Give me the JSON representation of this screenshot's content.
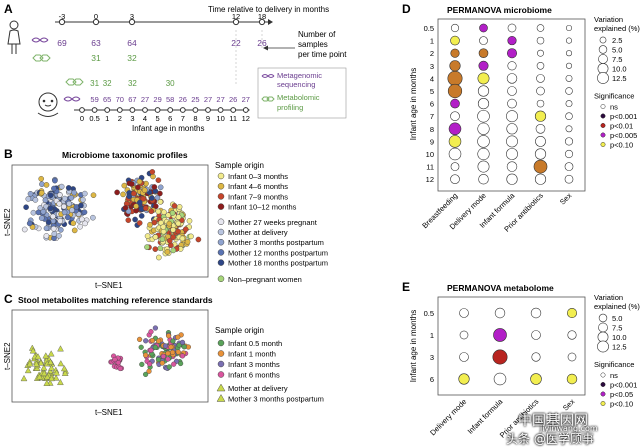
{
  "panelA": {
    "label": "A",
    "top_axis_title": "Time relative to delivery in months",
    "top_ticks": [
      "-3",
      "0",
      "3",
      "12",
      "18"
    ],
    "mother_metagenomic": [
      "69",
      "63",
      "64",
      "22",
      "26"
    ],
    "mother_metabolomic": [
      "31",
      "32"
    ],
    "infant_metabolomic": [
      "31",
      "32",
      "32",
      "30"
    ],
    "infant_metagenomic": [
      "59",
      "65",
      "70",
      "67",
      "27",
      "29",
      "58",
      "26",
      "25",
      "27",
      "27",
      "26",
      "27"
    ],
    "infant_ticks": [
      "0",
      "0.5",
      "1",
      "2",
      "3",
      "4",
      "5",
      "6",
      "7",
      "8",
      "9",
      "10",
      "11",
      "12"
    ],
    "infant_axis_title": "Infant age in months",
    "samples_note": [
      "Number of",
      "samples",
      "per time point"
    ],
    "legend_metagenomic": [
      "Metagenomic",
      "sequencing"
    ],
    "legend_metabolomic": [
      "Metabolomic",
      "profiling"
    ]
  },
  "panelB": {
    "label": "B",
    "title": "Microbiome taxonomic profiles",
    "xlabel": "t–SNE1",
    "ylabel": "t–SNE2",
    "legend_title": "Sample origin",
    "legend": [
      {
        "label": "Infant 0–3 months",
        "color": "#f2eb8c"
      },
      {
        "label": "Infant 4–6 months",
        "color": "#ddb744"
      },
      {
        "label": "Infant 7–9 months",
        "color": "#c5452b"
      },
      {
        "label": "Infant 10–12 months",
        "color": "#8d1d1d"
      },
      {
        "label": "Mother 27 weeks pregnant",
        "color": "#e6e6ef"
      },
      {
        "label": "Mother at delivery",
        "color": "#b8c4df"
      },
      {
        "label": "Mother 3 months postpartum",
        "color": "#8fa3cf"
      },
      {
        "label": "Mother 12 months postpartum",
        "color": "#5a73b2"
      },
      {
        "label": "Mother 18 months postpartum",
        "color": "#2e4686"
      },
      {
        "label": "Non–pregnant women",
        "color": "#a7d67a"
      }
    ]
  },
  "panelC": {
    "label": "C",
    "title": "Stool metabolites matching reference standards",
    "xlabel": "t–SNE1",
    "ylabel": "t–SNE2",
    "legend_title": "Sample origin",
    "legend": [
      {
        "label": "Infant 0.5 month",
        "color": "#5aa35a",
        "shape": "circle"
      },
      {
        "label": "Infant 1 month",
        "color": "#e8923a",
        "shape": "circle"
      },
      {
        "label": "Infant 3 months",
        "color": "#7a6fb2",
        "shape": "circle"
      },
      {
        "label": "Infant 6 months",
        "color": "#d9559e",
        "shape": "circle"
      },
      {
        "label": "Mother at delivery",
        "color": "#c9d94a",
        "shape": "triangle"
      },
      {
        "label": "Mother 3 months postpartum",
        "color": "#c9d94a",
        "shape": "triangle"
      }
    ]
  },
  "panelD": {
    "label": "D",
    "title": "PERMANOVA microbiome",
    "ylabel": "Infant age in months",
    "rows": [
      "0.5",
      "1",
      "2",
      "3",
      "4",
      "5",
      "6",
      "7",
      "8",
      "9",
      "10",
      "11",
      "12"
    ],
    "columns": [
      "Breastfeeding",
      "Delivery mode",
      "Infant formula",
      "Prior antibiotics",
      "Sex"
    ],
    "size_legend_title": [
      "Variation",
      "explained (%)"
    ],
    "size_legend": [
      "2.5",
      "5.0",
      "7.5",
      "10.0",
      "12.5"
    ],
    "sig_legend_title": "Significance",
    "sig_legend": [
      {
        "label": "ns",
        "color": "#ffffff"
      },
      {
        "label": "p<0.001",
        "color": "#2b0a3d"
      },
      {
        "label": "p<0.01",
        "color": "#b8241f"
      },
      {
        "label": "p<0.005",
        "color": "#b21fc7"
      },
      {
        "label": "p<0.10",
        "color": "#f2ee50"
      }
    ]
  },
  "panelE": {
    "label": "E",
    "title": "PERMANOVA metabolome",
    "ylabel": "Infant age in months",
    "rows": [
      "0.5",
      "1",
      "3",
      "6"
    ],
    "columns": [
      "Delivery mode",
      "Infant formula",
      "Prior antibiotics",
      "Sex"
    ],
    "size_legend_title": [
      "Variation",
      "explained (%)"
    ],
    "size_legend": [
      "5.0",
      "7.5",
      "10.0",
      "12.5"
    ],
    "sig_legend_title": "Significance",
    "sig_legend": [
      {
        "label": "ns",
        "color": "#ffffff"
      },
      {
        "label": "p<0.001",
        "color": "#2b0a3d"
      },
      {
        "label": "p<0.05",
        "color": "#b21fc7"
      },
      {
        "label": "p<0.10",
        "color": "#f2ee50"
      }
    ]
  },
  "chart_data": [
    {
      "type": "scatter",
      "title": "PERMANOVA microbiome",
      "ylabel": "Infant age in months",
      "rows": [
        "0.5",
        "1",
        "2",
        "3",
        "4",
        "5",
        "6",
        "7",
        "8",
        "9",
        "10",
        "11",
        "12"
      ],
      "columns": [
        "Breastfeeding",
        "Delivery mode",
        "Infant formula",
        "Prior antibiotics",
        "Sex"
      ],
      "variation_explained_percent": [
        [
          2.5,
          3,
          3,
          2,
          1
        ],
        [
          4,
          3,
          3.5,
          2,
          1
        ],
        [
          3.5,
          4,
          4.5,
          1.5,
          1
        ],
        [
          6,
          4.5,
          3.5,
          2,
          1
        ],
        [
          12.5,
          7,
          5,
          3,
          1.5
        ],
        [
          11,
          6,
          4,
          3,
          2
        ],
        [
          4,
          6,
          4,
          2,
          1.5
        ],
        [
          4,
          8,
          7,
          6,
          2
        ],
        [
          8,
          7.5,
          6,
          4,
          1.5
        ],
        [
          8,
          8,
          7,
          5.5,
          2.5
        ],
        [
          8,
          7.5,
          7,
          6,
          2.5
        ],
        [
          3,
          7,
          5,
          10,
          3
        ],
        [
          4,
          5,
          6,
          6,
          3
        ]
      ],
      "significance": [
        [
          "ns",
          "p<0.005",
          "ns",
          "ns",
          "ns"
        ],
        [
          "p<0.10",
          "ns",
          "p<0.005",
          "ns",
          "ns"
        ],
        [
          "p<0.01",
          "p<0.01",
          "p<0.005",
          "ns",
          "ns"
        ],
        [
          "p<0.01",
          "p<0.005",
          "ns",
          "ns",
          "ns"
        ],
        [
          "p<0.01",
          "p<0.10",
          "ns",
          "ns",
          "ns"
        ],
        [
          "p<0.01",
          "ns",
          "ns",
          "ns",
          "ns"
        ],
        [
          "p<0.005",
          "ns",
          "ns",
          "ns",
          "ns"
        ],
        [
          "ns",
          "ns",
          "ns",
          "p<0.10",
          "ns"
        ],
        [
          "p<0.005",
          "ns",
          "ns",
          "ns",
          "ns"
        ],
        [
          "p<0.10",
          "ns",
          "ns",
          "ns",
          "ns"
        ],
        [
          "ns",
          "ns",
          "ns",
          "ns",
          "ns"
        ],
        [
          "ns",
          "ns",
          "ns",
          "p<0.01",
          "ns"
        ],
        [
          "ns",
          "ns",
          "ns",
          "ns",
          "ns"
        ]
      ],
      "significance_colors": {
        "ns": "#ffffff",
        "p<0.001": "#2b0a3d",
        "p<0.01": "#c87a2a",
        "p<0.005": "#b21fc7",
        "p<0.10": "#f2ee50"
      }
    },
    {
      "type": "scatter",
      "title": "PERMANOVA metabolome",
      "ylabel": "Infant age in months",
      "rows": [
        "0.5",
        "1",
        "3",
        "6"
      ],
      "columns": [
        "Delivery mode",
        "Infant formula",
        "Prior antibiotics",
        "Sex"
      ],
      "variation_explained_percent": [
        [
          4,
          5,
          5,
          4.5
        ],
        [
          3,
          10,
          4,
          3.5
        ],
        [
          4,
          12.5,
          3.5,
          3
        ],
        [
          6,
          8,
          6.5,
          5
        ]
      ],
      "significance": [
        [
          "ns",
          "ns",
          "ns",
          "p<0.10"
        ],
        [
          "ns",
          "p<0.05",
          "ns",
          "ns"
        ],
        [
          "ns",
          "p<0.01",
          "ns",
          "ns"
        ],
        [
          "p<0.10",
          "ns",
          "p<0.10",
          "p<0.10"
        ]
      ],
      "significance_colors": {
        "ns": "#ffffff",
        "p<0.001": "#2b0a3d",
        "p<0.01": "#b8241f",
        "p<0.05": "#b21fc7",
        "p<0.10": "#f2ee50"
      }
    }
  ],
  "watermark": {
    "site_name": "中国基因网",
    "site_url": "jiyinwang.com",
    "account": "头条 @医学顾事"
  }
}
